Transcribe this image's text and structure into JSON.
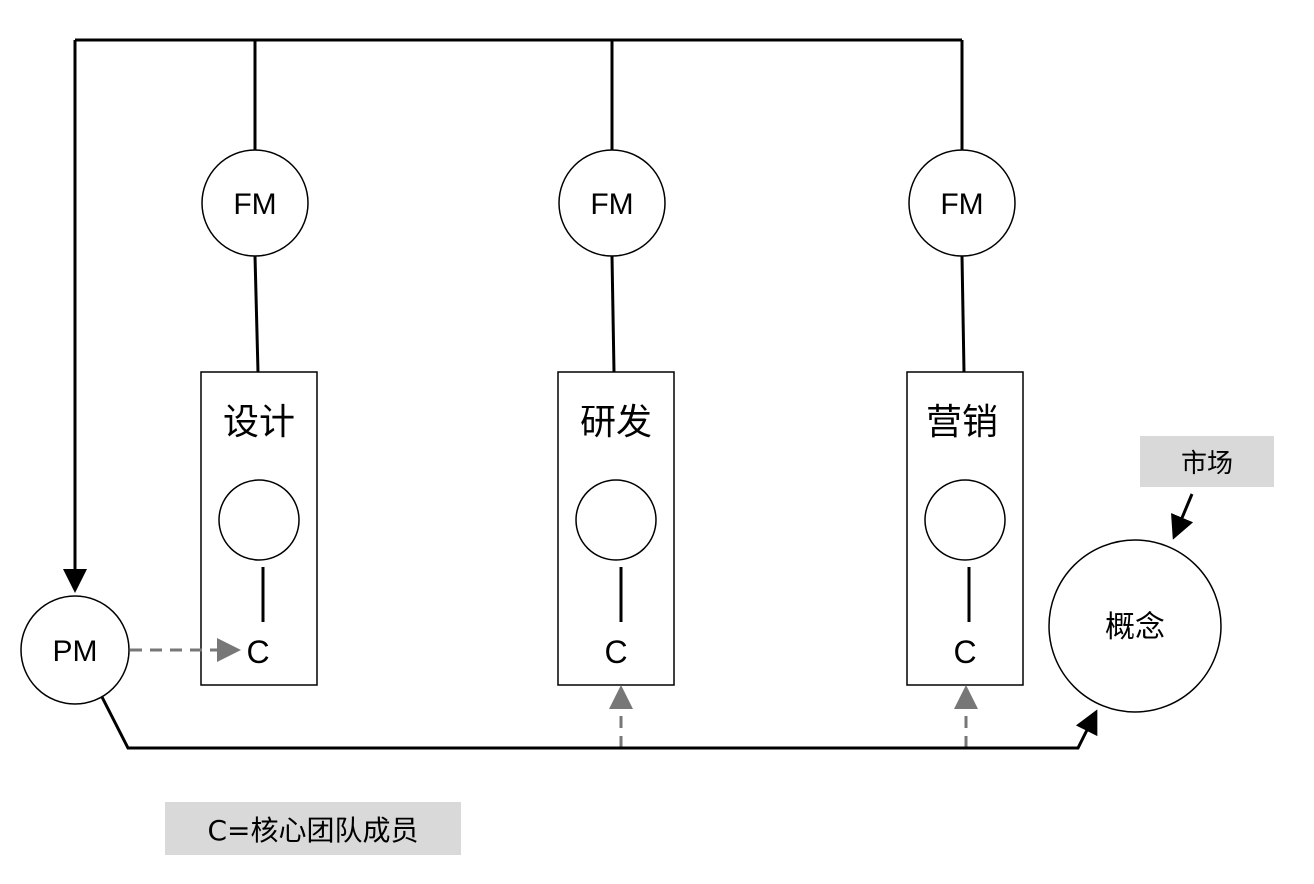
{
  "nodes": {
    "fm_label": "FM",
    "pm_label": "PM",
    "c_label": "C",
    "concept_label": "概念"
  },
  "departments": [
    {
      "name": "设计"
    },
    {
      "name": "研发"
    },
    {
      "name": "营销"
    }
  ],
  "tags": {
    "market": "市场",
    "legend": "C=核心团队成员"
  },
  "colors": {
    "line": "#000000",
    "dashed_arrow": "#777777",
    "tag_background": "#d9d9d9"
  }
}
